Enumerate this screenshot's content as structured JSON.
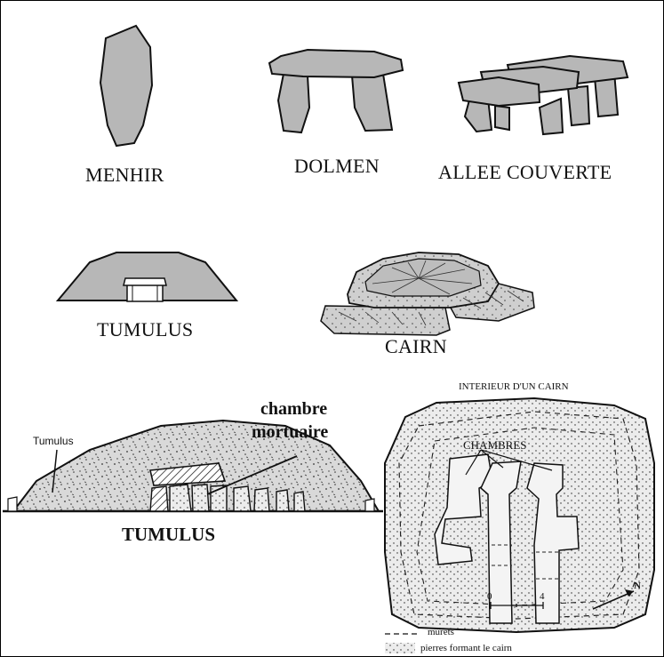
{
  "labels": {
    "menhir": "MENHIR",
    "dolmen": "DOLMEN",
    "allee": "ALLEE COUVERTE",
    "tumulus_top": "TUMULUS",
    "cairn": "CAIRN",
    "tumulus_small": "Tumulus",
    "chambre": "chambre",
    "mortuaire": "mortuaire",
    "tumulus_bottom": "TUMULUS",
    "interieur": "INTERIEUR D'UN CAIRN",
    "chambres": "CHAMBRES",
    "north": "N",
    "scale_zero": "0",
    "scale_four": "4",
    "legend_murets": "murets",
    "legend_pierres": "pierres formant le cairn"
  },
  "colors": {
    "stone": "#b7b7b7",
    "stone_dark": "#9a9a9a",
    "ink": "#111111",
    "paper": "#ffffff"
  }
}
